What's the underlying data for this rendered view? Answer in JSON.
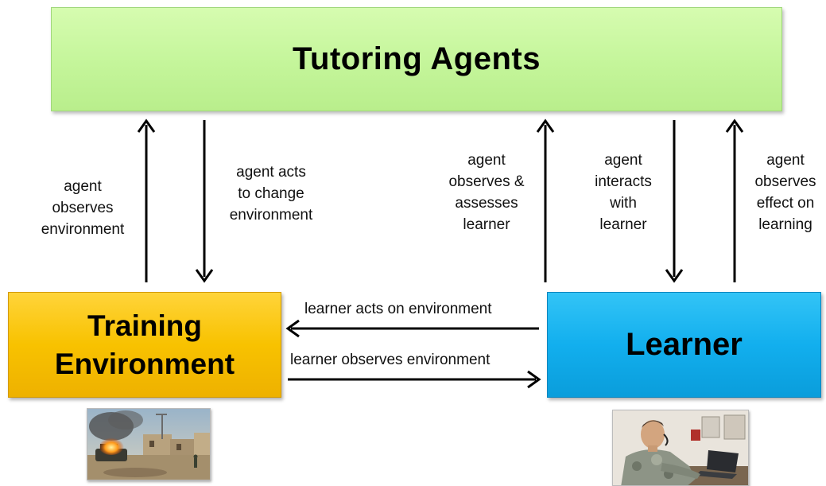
{
  "boxes": {
    "tutoring_agents": "Tutoring Agents",
    "training_environment": [
      "Training",
      "Environment"
    ],
    "learner": "Learner"
  },
  "labels": {
    "agent_observes_environment": [
      "agent",
      "observes",
      "environment"
    ],
    "agent_acts_to_change_environment": [
      "agent acts",
      "to change",
      "environment"
    ],
    "agent_observes_assesses_learner": [
      "agent",
      "observes &",
      "assesses",
      "learner"
    ],
    "agent_interacts_with_learner": [
      "agent",
      "interacts",
      "with",
      "learner"
    ],
    "agent_observes_effect_on_learning": [
      "agent",
      "observes",
      "effect on",
      "learning"
    ],
    "learner_acts_on_environment": "learner acts on environment",
    "learner_observes_environment": "learner observes environment"
  },
  "images": {
    "training_scene": "training-environment-scene",
    "learner_photo": "soldier-at-computer"
  },
  "colors": {
    "tutoring_fill": "#c4f59a",
    "training_fill": "#f8c200",
    "learner_fill": "#12afee",
    "arrow": "#000000"
  }
}
